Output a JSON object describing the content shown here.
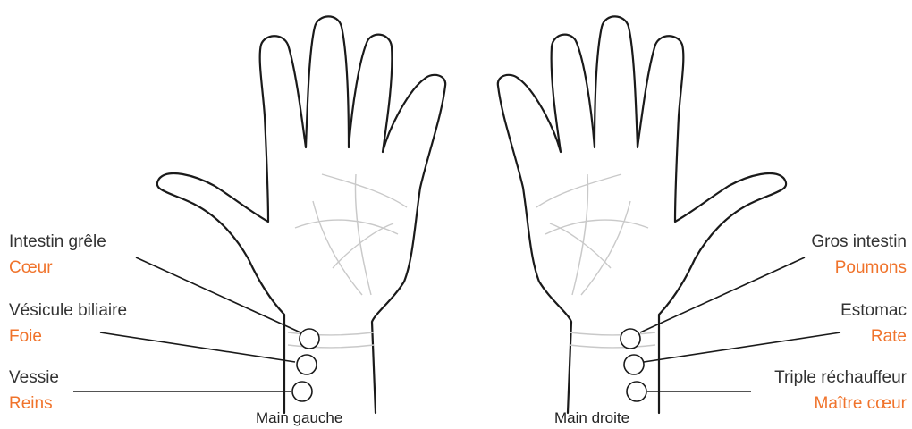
{
  "colors": {
    "organ": "#333333",
    "paired_organ": "#f0732b",
    "outline": "#1a1a1a",
    "crease": "#c9c9c9"
  },
  "left_hand": {
    "caption": "Main gauche",
    "points": [
      {
        "organ": "Intestin grêle",
        "paired": "Cœur"
      },
      {
        "organ": "Vésicule biliaire",
        "paired": "Foie"
      },
      {
        "organ": "Vessie",
        "paired": "Reins"
      }
    ]
  },
  "right_hand": {
    "caption": "Main droite",
    "points": [
      {
        "organ": "Gros intestin",
        "paired": "Poumons"
      },
      {
        "organ": "Estomac",
        "paired": "Rate"
      },
      {
        "organ": "Triple réchauffeur",
        "paired": "Maître cœur"
      }
    ]
  }
}
